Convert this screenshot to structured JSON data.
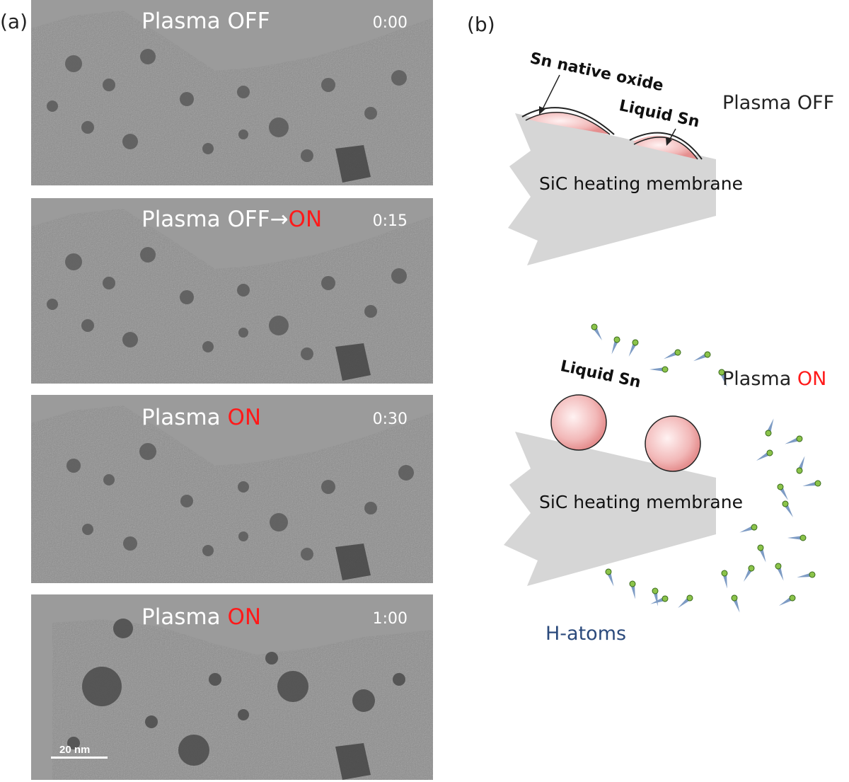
{
  "panel_a": {
    "label": "(a)",
    "frames": [
      {
        "caption_prefix": "Plasma OFF",
        "caption_red": "",
        "time": "0:00"
      },
      {
        "caption_prefix": "Plasma OFF→",
        "caption_red": "ON",
        "time": "0:15"
      },
      {
        "caption_prefix": "Plasma ",
        "caption_red": "ON",
        "time": "0:30"
      },
      {
        "caption_prefix": "Plasma ",
        "caption_red": "ON",
        "time": "1:00"
      }
    ],
    "scale_bar": "20 nm"
  },
  "panel_b": {
    "label": "(b)",
    "top": {
      "oxide_label": "Sn native oxide",
      "liquid_label": "Liquid Sn",
      "state_prefix": "Plasma OFF",
      "membrane_label": "SiC heating membrane"
    },
    "bottom": {
      "liquid_label": "Liquid Sn",
      "state_prefix": "Plasma ",
      "state_red": "ON",
      "membrane_label": "SiC heating membrane",
      "atoms_label": "H-atoms"
    }
  },
  "colors": {
    "tem_gray": "#9b9b9b",
    "membrane_gray": "#d6d6d6",
    "on_red": "#ff1a1a",
    "atom_blue": "#2b4a7c",
    "atom_green": "#8bc34a",
    "droplet_pink": "#f2b8b8"
  }
}
